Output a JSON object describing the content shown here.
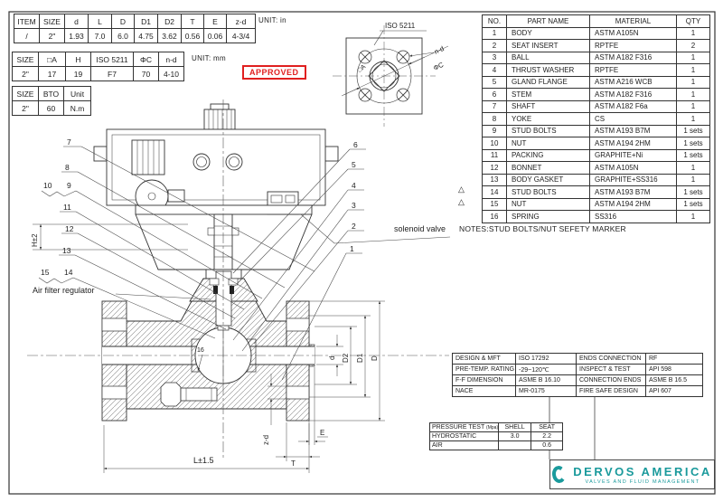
{
  "sheet": {
    "unit_in": "UNIT: in",
    "unit_mm": "UNIT: mm",
    "approved": "APPROVED"
  },
  "dim_table": {
    "headers": [
      "ITEM",
      "SIZE",
      "d",
      "L",
      "D",
      "D1",
      "D2",
      "T",
      "E",
      "z-d"
    ],
    "row": [
      "/",
      "2\"",
      "1.93",
      "7.0",
      "6.0",
      "4.75",
      "3.62",
      "0.56",
      "0.06",
      "4-3/4"
    ]
  },
  "iso_table": {
    "headers": [
      "SIZE",
      "□A",
      "H",
      "ISO 5211",
      "ΦC",
      "n-d"
    ],
    "row": [
      "2\"",
      "17",
      "19",
      "F7",
      "70",
      "4-10"
    ]
  },
  "torque_table": {
    "headers": [
      "SIZE",
      "BTO",
      "Unit"
    ],
    "row": [
      "2\"",
      "60",
      "N.m"
    ]
  },
  "flange_detail": {
    "title": "ISO 5211",
    "nd_label": "n-d",
    "c_label": "ΦC",
    "a_label": "□A"
  },
  "parts_table": {
    "headers": [
      "NO.",
      "PART NAME",
      "MATERIAL",
      "QTY"
    ],
    "warning_symbol": "△",
    "rows": [
      [
        "1",
        "BODY",
        "ASTM A105N",
        "1"
      ],
      [
        "2",
        "SEAT INSERT",
        "RPTFE",
        "2"
      ],
      [
        "3",
        "BALL",
        "ASTM A182 F316",
        "1"
      ],
      [
        "4",
        "THRUST WASHER",
        "RPTFE",
        "1"
      ],
      [
        "5",
        "GLAND FLANGE",
        "ASTM A216 WCB",
        "1"
      ],
      [
        "6",
        "STEM",
        "ASTM A182 F316",
        "1"
      ],
      [
        "7",
        "SHAFT",
        "ASTM A182 F6a",
        "1"
      ],
      [
        "8",
        "YOKE",
        "CS",
        "1"
      ],
      [
        "9",
        "STUD BOLTS",
        "ASTM A193 B7M",
        "1 sets"
      ],
      [
        "10",
        "NUT",
        "ASTM A194 2HM",
        "1 sets"
      ],
      [
        "11",
        "PACKING",
        "GRAPHITE+Ni",
        "1 sets"
      ],
      [
        "12",
        "BONNET",
        "ASTM A105N",
        "1"
      ],
      [
        "13",
        "BODY GASKET",
        "GRAPHITE+SS316",
        "1"
      ],
      [
        "14",
        "STUD BOLTS",
        "ASTM A193 B7M",
        "1 sets"
      ],
      [
        "15",
        "NUT",
        "ASTM A194 2HM",
        "1 sets"
      ],
      [
        "16",
        "SPRING",
        "SS316",
        "1"
      ]
    ]
  },
  "notes": "NOTES:STUD BOLTS/NUT SEFETY MARKER",
  "callouts": {
    "left": [
      "7",
      "8",
      "10",
      "9",
      "11",
      "12",
      "13",
      "15",
      "14"
    ],
    "right": [
      "6",
      "5",
      "4",
      "3",
      "2",
      "1"
    ],
    "spring": "16"
  },
  "labels": {
    "solenoid": "solenoid valve",
    "air_filter": "Air filter regulator"
  },
  "dims": {
    "H": "H±2",
    "L": "L±1.5",
    "zd": "z-d",
    "T": "T",
    "E": "E",
    "d": "d",
    "D2": "D2",
    "D1": "D1",
    "D": "D"
  },
  "spec_table": {
    "rows": [
      [
        "DESIGN & MFT",
        "ISO 17292",
        "ENDS CONNECTION",
        "RF"
      ],
      [
        "PRE-TEMP. RATING",
        "-29~120℃",
        "INSPECT & TEST",
        "API 598"
      ],
      [
        "F-F DIMENSION",
        "ASME B 16.10",
        "CONNECTION ENDS",
        "ASME B 16.5"
      ],
      [
        "NACE",
        "MR-0175",
        "FIRE SAFE DESIGN",
        "API 607"
      ]
    ]
  },
  "pressure_table": {
    "title": "PRESSURE TEST",
    "title_unit": "(Mpa)",
    "headers": [
      "SHELL",
      "SEAT"
    ],
    "rows": [
      [
        "HYDROSTATIC",
        "3.0",
        "2.2"
      ],
      [
        "AIR",
        "",
        "0.6"
      ]
    ]
  },
  "logo": {
    "name": "DERVOS AMERICA",
    "tagline": "VALVES AND FLUID MANAGEMENT"
  },
  "colors": {
    "teal": "#1a9a9c",
    "red": "#e02020",
    "line": "#333333"
  }
}
